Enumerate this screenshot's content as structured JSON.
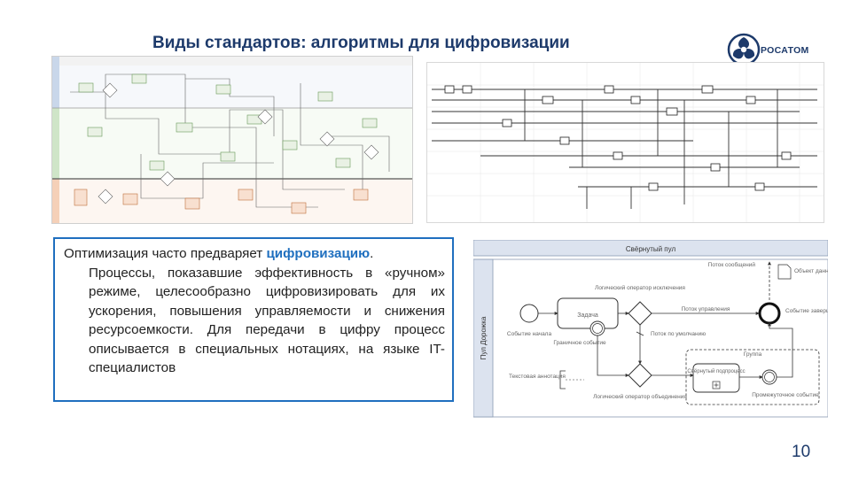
{
  "slide": {
    "title": "Виды стандартов: алгоритмы для цифровизации",
    "page_number": "10"
  },
  "logo": {
    "text": "РОСАТОМ",
    "color": "#1d3a6b"
  },
  "textbox": {
    "line1_prefix": "Оптимизация часто предваряет ",
    "line1_highlight": "цифровизацию",
    "line1_suffix": ".",
    "rest": "Процессы, показавшие эффективность в «ручном» режиме, целесообразно цифровизировать для их ускорения, повышения управляемости и снижения ресурсоемкости. Для передачи в цифру процесс описывается в специальных нотациях, на языке IT-специалистов",
    "border_color": "#1f6fbf"
  },
  "bpmn": {
    "collapsed_pool": "Свёрнутый пул",
    "lane": "Пул Дорожка",
    "start_event": "Событие начала",
    "task": "Задача",
    "logic_op_top": "Логический оператор исключения",
    "flow_condition": "Поток управления",
    "end_event": "Событие завершения",
    "message_flow": "Поток сообщений",
    "data_object": "Объект данных",
    "boundary_event": "Граничное событие",
    "default_flow": "Поток по умолчанию",
    "group": "Группа",
    "annotation": "Текстовая аннотация",
    "subprocess": "Свёрнутый подпроцесс",
    "intermediate_event": "Промежуточное событие",
    "logic_op_bottom": "Логический оператор объединения"
  }
}
